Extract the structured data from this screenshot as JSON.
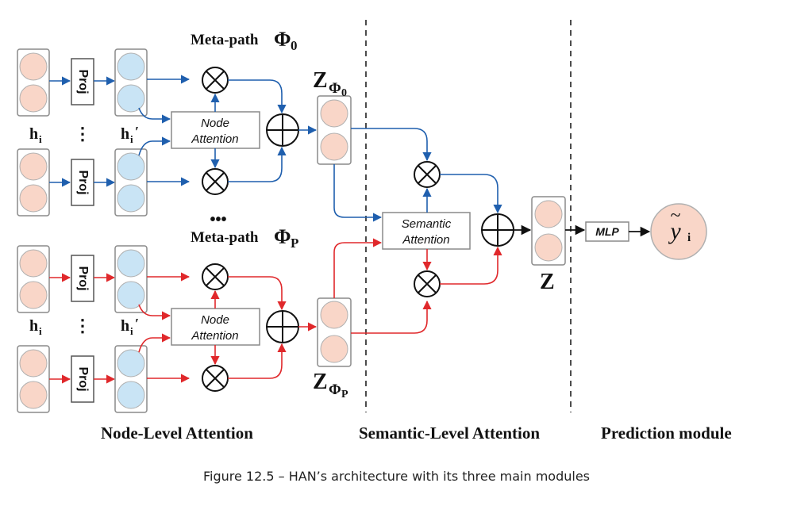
{
  "diagram": {
    "proj_label": "Proj",
    "h_label": "h",
    "h_sub": "i",
    "h_prime_suffix": "′",
    "dots_vertical": "⋮",
    "dots_horizontal": "•••",
    "node_attention_line1": "Node",
    "node_attention_line2": "Attention",
    "semantic_attention_line1": "Semantic",
    "semantic_attention_line2": "Attention",
    "metapath_prefix": "Meta-path",
    "phi_symbol": "Φ",
    "phi_sub_0": "0",
    "phi_sub_p": "P",
    "z_label": "Z",
    "mlp_label": "MLP",
    "output_y": "y",
    "output_tilde": "~",
    "output_sub": "i",
    "sections": {
      "node_level": "Node-Level Attention",
      "semantic_level": "Semantic-Level Attention",
      "prediction": "Prediction module"
    },
    "colors": {
      "blue": "#1f5fae",
      "red": "#e0282b",
      "pink": "#f9d6c8",
      "light_blue": "#c9e4f5",
      "box_stroke": "#8a8a8a"
    }
  },
  "caption": "Figure 12.5 – HAN’s architecture with its three main modules"
}
